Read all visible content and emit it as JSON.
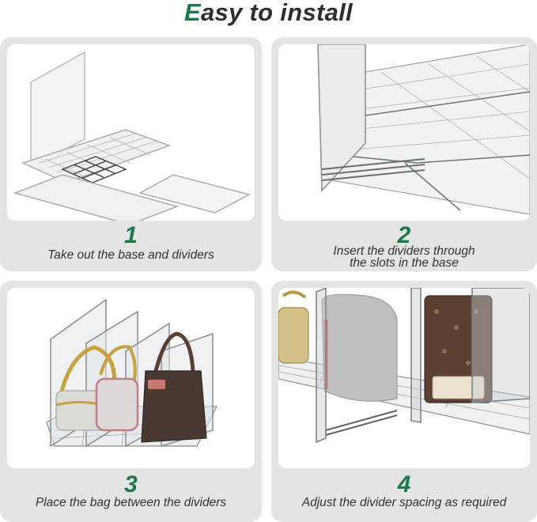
{
  "header": {
    "accent_letter": "E",
    "title_rest": "asy to install"
  },
  "steps": [
    {
      "number": "1",
      "caption_lines": [
        "Take out the base and dividers"
      ]
    },
    {
      "number": "2",
      "caption_lines": [
        "Insert the dividers through",
        "the slots in the base"
      ]
    },
    {
      "number": "3",
      "caption_lines": [
        "Place the bag between the dividers"
      ]
    },
    {
      "number": "4",
      "caption_lines": [
        "Adjust the divider spacing as required"
      ]
    }
  ],
  "colors": {
    "accent": "#1b7a4a",
    "card_background": "#e4e4e4",
    "text": "#333333"
  }
}
